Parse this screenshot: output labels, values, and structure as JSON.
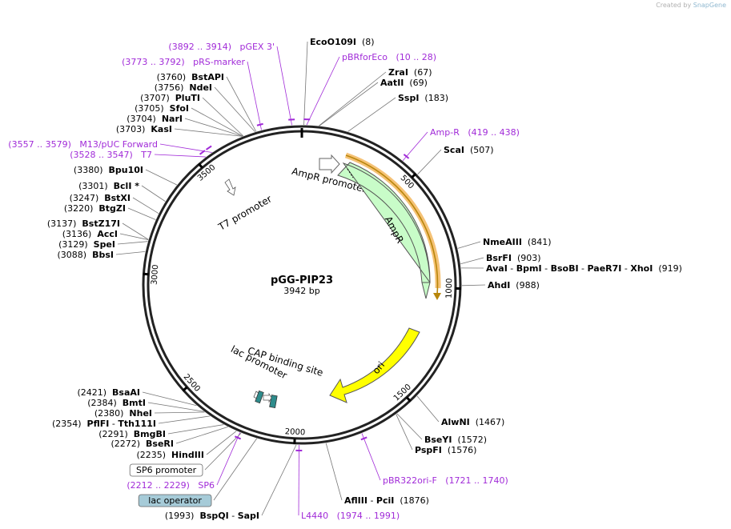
{
  "credit": {
    "prefix": "Created by",
    "brand": "SnapGene"
  },
  "plasmid": {
    "name": "pGG-PIP23",
    "size_label": "3942 bp",
    "length": 3942
  },
  "colors": {
    "enzyme_text": "#000000",
    "primer_text": "#a12bd8",
    "leader": "#777777",
    "ampr_fill": "#c8fcc8",
    "ori_fill": "#ffff00",
    "amp_primer_highlight": "#f5c276",
    "backbone": "#222222",
    "lac_operator_fill": "#a6cbd8",
    "cap_fill": "#2e8c8c"
  },
  "ticks": [
    {
      "pos": 500,
      "label": "500"
    },
    {
      "pos": 1000,
      "label": "1000"
    },
    {
      "pos": 1500,
      "label": "1500"
    },
    {
      "pos": 2000,
      "label": "2000"
    },
    {
      "pos": 2500,
      "label": "2500"
    },
    {
      "pos": 3000,
      "label": "3000"
    },
    {
      "pos": 3500,
      "label": "3500"
    }
  ],
  "features": [
    {
      "name": "AmpR promoter",
      "start": 150,
      "end": 255,
      "type": "promoter",
      "label": "AmpR promoter"
    },
    {
      "name": "AmpR",
      "start": 256,
      "end": 1116,
      "type": "cds",
      "label": "AmpR"
    },
    {
      "name": "ori",
      "start": 1287,
      "end": 1875,
      "type": "ori",
      "label": "ori"
    },
    {
      "name": "T7 promoter",
      "start": 3528,
      "end": 3547,
      "type": "promoter",
      "label": "T7 promoter"
    },
    {
      "name": "CAP binding site",
      "start": 2330,
      "end": 2351,
      "type": "cap",
      "label": "CAP binding site"
    },
    {
      "name": "lac promoter",
      "start": 2300,
      "end": 2330,
      "type": "promoter",
      "label": "lac promoter"
    }
  ],
  "labels": [
    {
      "kind": "enzyme",
      "parts": [
        {
          "t": "EcoO109I",
          "b": true
        },
        {
          "t": "  (8)",
          "b": false
        }
      ]
    },
    {
      "kind": "primer",
      "parts": [
        {
          "t": "pBRforEco",
          "b": false
        },
        {
          "t": "   (10 .. 28)",
          "b": false
        }
      ]
    },
    {
      "kind": "enzyme",
      "parts": [
        {
          "t": "ZraI",
          "b": true
        },
        {
          "t": "  (67)",
          "b": false
        }
      ]
    },
    {
      "kind": "enzyme",
      "parts": [
        {
          "t": "AatII",
          "b": true
        },
        {
          "t": "  (69)",
          "b": false
        }
      ]
    },
    {
      "kind": "enzyme",
      "parts": [
        {
          "t": "SspI",
          "b": true
        },
        {
          "t": "  (183)",
          "b": false
        }
      ]
    },
    {
      "kind": "primer",
      "parts": [
        {
          "t": "Amp-R",
          "b": false
        },
        {
          "t": "   (419 .. 438)",
          "b": false
        }
      ]
    },
    {
      "kind": "enzyme",
      "parts": [
        {
          "t": "ScaI",
          "b": true
        },
        {
          "t": "  (507)",
          "b": false
        }
      ]
    },
    {
      "kind": "enzyme",
      "parts": [
        {
          "t": "NmeAIII",
          "b": true
        },
        {
          "t": "  (841)",
          "b": false
        }
      ]
    },
    {
      "kind": "enzyme",
      "parts": [
        {
          "t": "BsrFI",
          "b": true
        },
        {
          "t": "  (903)",
          "b": false
        }
      ]
    },
    {
      "kind": "enzyme",
      "parts": [
        {
          "t": "AvaI",
          "b": true
        },
        {
          "t": " - ",
          "b": false
        },
        {
          "t": "BpmI",
          "b": true
        },
        {
          "t": " - ",
          "b": false
        },
        {
          "t": "BsoBI",
          "b": true
        },
        {
          "t": " - ",
          "b": false
        },
        {
          "t": "PaeR7I",
          "b": true
        },
        {
          "t": " - ",
          "b": false
        },
        {
          "t": "XhoI",
          "b": true
        },
        {
          "t": "  (919)",
          "b": false
        }
      ]
    },
    {
      "kind": "enzyme",
      "parts": [
        {
          "t": "AhdI",
          "b": true
        },
        {
          "t": "  (988)",
          "b": false
        }
      ]
    },
    {
      "kind": "enzyme",
      "parts": [
        {
          "t": "AlwNI",
          "b": true
        },
        {
          "t": "  (1467)",
          "b": false
        }
      ]
    },
    {
      "kind": "enzyme",
      "parts": [
        {
          "t": "BseYI",
          "b": true
        },
        {
          "t": "  (1572)",
          "b": false
        }
      ]
    },
    {
      "kind": "enzyme",
      "parts": [
        {
          "t": "PspFI",
          "b": true
        },
        {
          "t": "  (1576)",
          "b": false
        }
      ]
    },
    {
      "kind": "primer",
      "parts": [
        {
          "t": "pBR322ori-F",
          "b": false
        },
        {
          "t": "   (1721 .. 1740)",
          "b": false
        }
      ]
    },
    {
      "kind": "enzyme",
      "parts": [
        {
          "t": "AflIII",
          "b": true
        },
        {
          "t": " - ",
          "b": false
        },
        {
          "t": "PciI",
          "b": true
        },
        {
          "t": "  (1876)",
          "b": false
        }
      ]
    },
    {
      "kind": "primer",
      "parts": [
        {
          "t": "L4440",
          "b": false
        },
        {
          "t": "   (1974 .. 1991)",
          "b": false
        }
      ]
    },
    {
      "kind": "enzyme",
      "parts": [
        {
          "t": "(1993)  ",
          "b": false
        },
        {
          "t": "BspQI",
          "b": true
        },
        {
          "t": " - ",
          "b": false
        },
        {
          "t": "SapI",
          "b": true
        }
      ]
    },
    {
      "kind": "box",
      "parts": [
        {
          "t": "lac operator",
          "b": false
        }
      ]
    },
    {
      "kind": "primer",
      "parts": [
        {
          "t": "(2212 .. 2229)",
          "b": false
        },
        {
          "t": "   SP6",
          "b": false
        }
      ]
    },
    {
      "kind": "box",
      "parts": [
        {
          "t": "SP6 promoter",
          "b": false
        }
      ]
    },
    {
      "kind": "enzyme",
      "parts": [
        {
          "t": "(2235)  ",
          "b": false
        },
        {
          "t": "HindIII",
          "b": true
        }
      ]
    },
    {
      "kind": "enzyme",
      "parts": [
        {
          "t": "(2272)  ",
          "b": false
        },
        {
          "t": "BseRI",
          "b": true
        }
      ]
    },
    {
      "kind": "enzyme",
      "parts": [
        {
          "t": "(2291)  ",
          "b": false
        },
        {
          "t": "BmgBI",
          "b": true
        }
      ]
    },
    {
      "kind": "enzyme",
      "parts": [
        {
          "t": "(2354)  ",
          "b": false
        },
        {
          "t": "PflFI",
          "b": true
        },
        {
          "t": " - ",
          "b": false
        },
        {
          "t": "Tth111I",
          "b": true
        }
      ]
    },
    {
      "kind": "enzyme",
      "parts": [
        {
          "t": "(2380)  ",
          "b": false
        },
        {
          "t": "NheI",
          "b": true
        }
      ]
    },
    {
      "kind": "enzyme",
      "parts": [
        {
          "t": "(2384)  ",
          "b": false
        },
        {
          "t": "BmtI",
          "b": true
        }
      ]
    },
    {
      "kind": "enzyme",
      "parts": [
        {
          "t": "(2421)  ",
          "b": false
        },
        {
          "t": "BsaAI",
          "b": true
        }
      ]
    },
    {
      "kind": "enzyme",
      "parts": [
        {
          "t": "(3088)  ",
          "b": false
        },
        {
          "t": "BbsI",
          "b": true
        }
      ]
    },
    {
      "kind": "enzyme",
      "parts": [
        {
          "t": "(3129)  ",
          "b": false
        },
        {
          "t": "SpeI",
          "b": true
        }
      ]
    },
    {
      "kind": "enzyme",
      "parts": [
        {
          "t": "(3136)  ",
          "b": false
        },
        {
          "t": "AccI",
          "b": true
        }
      ]
    },
    {
      "kind": "enzyme",
      "parts": [
        {
          "t": "(3137)  ",
          "b": false
        },
        {
          "t": "BstZ17I",
          "b": true
        }
      ]
    },
    {
      "kind": "enzyme",
      "parts": [
        {
          "t": "(3220)  ",
          "b": false
        },
        {
          "t": "BtgZI",
          "b": true
        }
      ]
    },
    {
      "kind": "enzyme",
      "parts": [
        {
          "t": "(3247)  ",
          "b": false
        },
        {
          "t": "BstXI",
          "b": true
        }
      ]
    },
    {
      "kind": "enzyme",
      "parts": [
        {
          "t": "(3301)  ",
          "b": false
        },
        {
          "t": "BclI *",
          "b": true
        }
      ]
    },
    {
      "kind": "enzyme",
      "parts": [
        {
          "t": "(3380)  ",
          "b": false
        },
        {
          "t": "Bpu10I",
          "b": true
        }
      ]
    },
    {
      "kind": "primer",
      "parts": [
        {
          "t": "(3528 .. 3547)",
          "b": false
        },
        {
          "t": "   T7",
          "b": false
        }
      ]
    },
    {
      "kind": "primer",
      "parts": [
        {
          "t": "(3557 .. 3579)",
          "b": false
        },
        {
          "t": "   M13/pUC Forward",
          "b": false
        }
      ]
    },
    {
      "kind": "enzyme",
      "parts": [
        {
          "t": "(3703)  ",
          "b": false
        },
        {
          "t": "KasI",
          "b": true
        }
      ]
    },
    {
      "kind": "enzyme",
      "parts": [
        {
          "t": "(3704)  ",
          "b": false
        },
        {
          "t": "NarI",
          "b": true
        }
      ]
    },
    {
      "kind": "enzyme",
      "parts": [
        {
          "t": "(3705)  ",
          "b": false
        },
        {
          "t": "SfoI",
          "b": true
        }
      ]
    },
    {
      "kind": "enzyme",
      "parts": [
        {
          "t": "(3707)  ",
          "b": false
        },
        {
          "t": "PluTI",
          "b": true
        }
      ]
    },
    {
      "kind": "enzyme",
      "parts": [
        {
          "t": "(3756)  ",
          "b": false
        },
        {
          "t": "NdeI",
          "b": true
        }
      ]
    },
    {
      "kind": "enzyme",
      "parts": [
        {
          "t": "(3760)  ",
          "b": false
        },
        {
          "t": "BstAPI",
          "b": true
        }
      ]
    },
    {
      "kind": "primer",
      "parts": [
        {
          "t": "(3773 .. 3792)",
          "b": false
        },
        {
          "t": "   pRS-marker",
          "b": false
        }
      ]
    },
    {
      "kind": "primer",
      "parts": [
        {
          "t": "(3892 .. 3914)",
          "b": false
        },
        {
          "t": "   pGEX 3'",
          "b": false
        }
      ]
    }
  ]
}
